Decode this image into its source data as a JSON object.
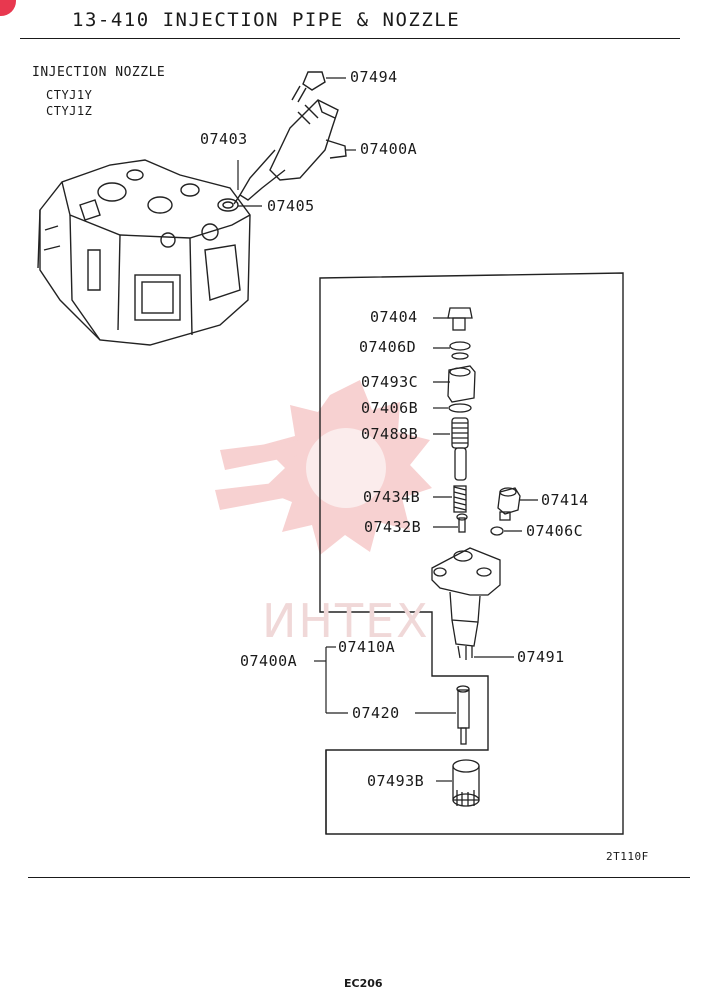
{
  "header": {
    "title": "13-410 INJECTION PIPE & NOZZLE"
  },
  "section": {
    "title": "INJECTION NOZZLE",
    "models": [
      "CTYJ1Y",
      "CTYJ1Z"
    ]
  },
  "parts": {
    "p07494": "07494",
    "p07403": "07403",
    "p07400A_top": "07400A",
    "p07405": "07405",
    "p07404": "07404",
    "p07406D": "07406D",
    "p07493C": "07493C",
    "p07406B": "07406B",
    "p07488B": "07488B",
    "p07434B": "07434B",
    "p07414": "07414",
    "p07432B": "07432B",
    "p07406C": "07406C",
    "p07410A": "07410A",
    "p07400A_bottom": "07400A",
    "p07491": "07491",
    "p07420": "07420",
    "p07493B": "07493B"
  },
  "drawing_code": "2T110F",
  "footer": {
    "page": "EC206"
  },
  "watermark": {
    "text": "ИНТЕХ",
    "color": "#f2b8b8"
  }
}
